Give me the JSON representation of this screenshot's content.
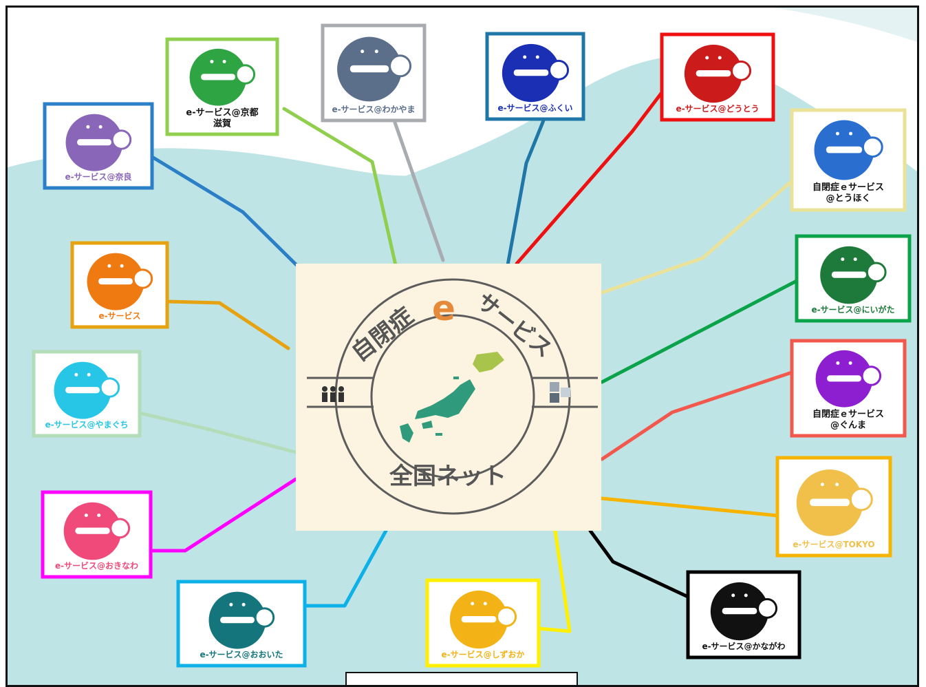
{
  "center": {
    "title_left": "自閉症",
    "title_e": "e",
    "title_right": "サービス",
    "bottom": "全国ネット",
    "colors": {
      "bg": "#fcf4e0",
      "ring": "#5c5c5c",
      "title": "#555555",
      "e": "#e58a3a",
      "map": "#2f9b7c"
    }
  },
  "logos": [
    {
      "id": "nara",
      "label": "e-サービス@奈良",
      "border": "#2b7fc6",
      "color": "#8a66b8"
    },
    {
      "id": "kyoto-shiga",
      "label": "e-サービス@京都",
      "label2": "滋賀",
      "border": "#8fcf4d",
      "color": "#2ea443"
    },
    {
      "id": "wakayama",
      "label": "e-サービス@わかやま",
      "border": "#a8acb1",
      "color": "#5b6f8b"
    },
    {
      "id": "fukui",
      "label": "e-サービス@ふくい",
      "border": "#1f77a8",
      "color": "#1a2fb3"
    },
    {
      "id": "doutou",
      "label": "e-サービス@どうとう",
      "border": "#ee1111",
      "color": "#cc1b1b"
    },
    {
      "id": "touhoku",
      "label": "自閉症ｅサービス",
      "label2": "@とうほく",
      "border": "#ebe29a",
      "color": "#2a6fd0"
    },
    {
      "id": "niigata",
      "label": "e-サービス@にいがた",
      "border": "#0aa34a",
      "color": "#1e7a3a"
    },
    {
      "id": "gunma",
      "label": "自閉症ｅサービス",
      "label2": "@ぐんま",
      "border": "#f2584c",
      "color": "#8e1fd0"
    },
    {
      "id": "tokyo",
      "label": "e-サービス@TOKYO",
      "border": "#f6b400",
      "color": "#f0c04a"
    },
    {
      "id": "kanagawa",
      "label": "e-サービス@かながわ",
      "border": "#000000",
      "color": "#111111"
    },
    {
      "id": "shizuoka",
      "label": "e-サービス@しずおか",
      "border": "#ffef00",
      "color": "#f3b316"
    },
    {
      "id": "ooita",
      "label": "e-サービス@おおいた",
      "border": "#0db0e7",
      "color": "#14767c"
    },
    {
      "id": "okinawa",
      "label": "e-サービス@おきなわ",
      "border": "#ff00ff",
      "color": "#ef4a7a"
    },
    {
      "id": "yamaguchi",
      "label": "e-サービス@やまぐち",
      "border": "#b3dcb8",
      "color": "#27c6e6"
    },
    {
      "id": "orange",
      "label": "e-サービス",
      "border": "#e6a210",
      "color": "#f07a12"
    }
  ]
}
